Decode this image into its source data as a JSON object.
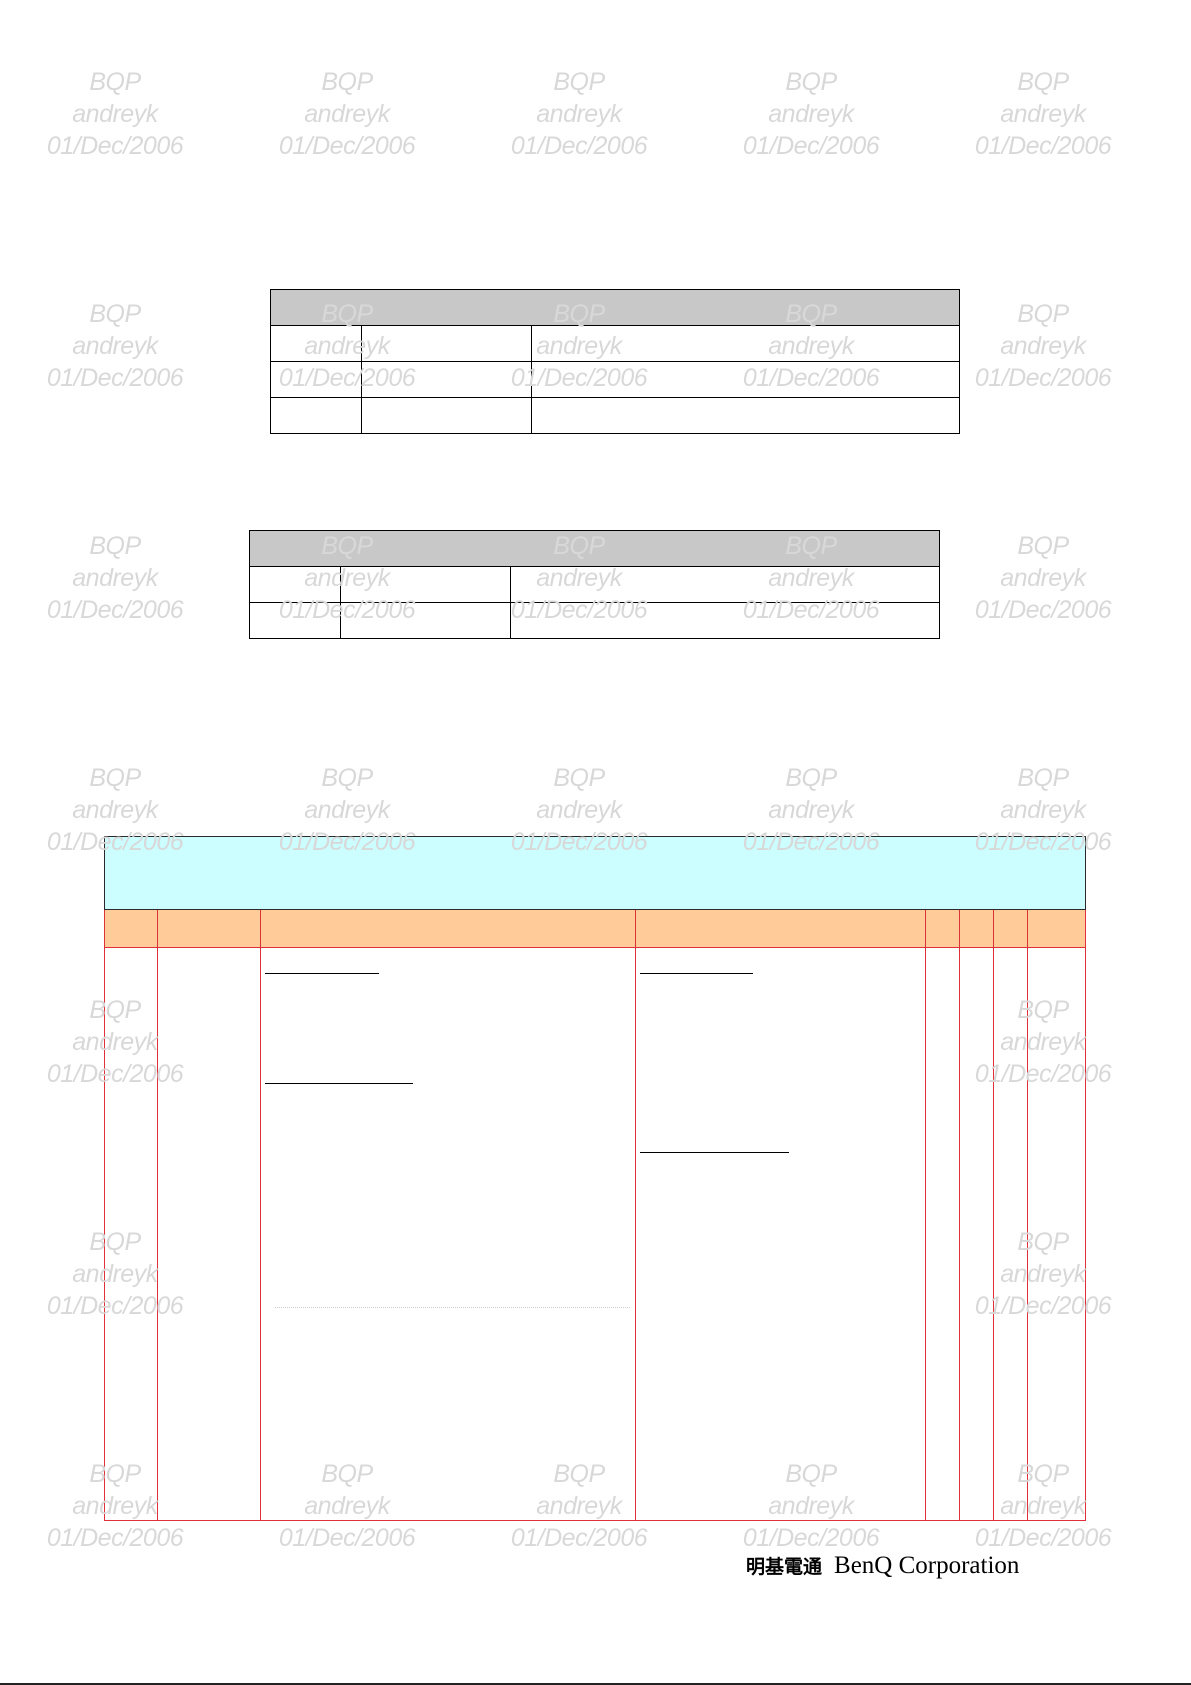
{
  "watermark": {
    "line1": "BQP",
    "line2": "andreyk",
    "line3": "01/Dec/2006"
  },
  "footer": {
    "company_cjk": "明基電通",
    "company": "BenQ Corporation"
  }
}
